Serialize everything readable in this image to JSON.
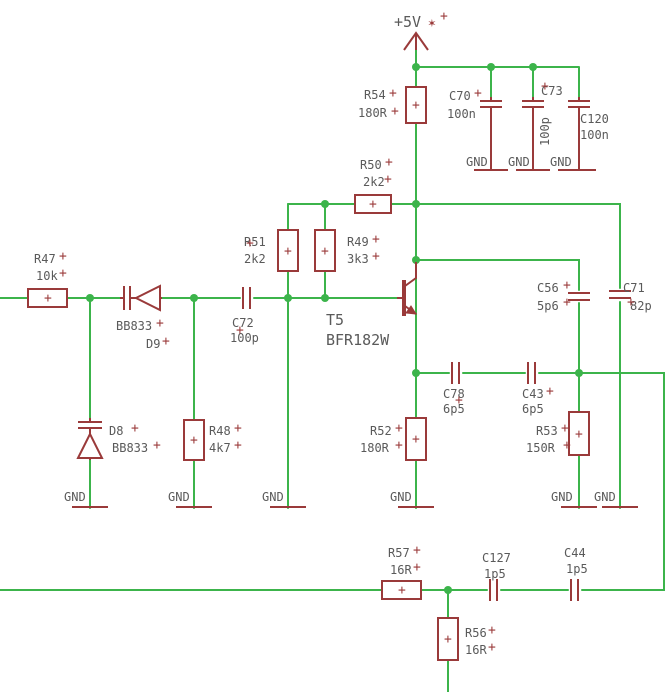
{
  "supply": {
    "label": "+5V",
    "marker": "✶"
  },
  "parts": {
    "R47": {
      "name": "R47",
      "value": "10k"
    },
    "R48": {
      "name": "R48",
      "value": "4k7"
    },
    "R49": {
      "name": "R49",
      "value": "3k3"
    },
    "R50": {
      "name": "R50",
      "value": "2k2"
    },
    "R51": {
      "name": "R51",
      "value": "2k2"
    },
    "R52": {
      "name": "R52",
      "value": "180R"
    },
    "R53": {
      "name": "R53",
      "value": "150R"
    },
    "R54": {
      "name": "R54",
      "value": "180R"
    },
    "R56": {
      "name": "R56",
      "value": "16R"
    },
    "R57": {
      "name": "R57",
      "value": "16R"
    },
    "C43": {
      "name": "C43",
      "value": "6p5"
    },
    "C44": {
      "name": "C44",
      "value": "1p5"
    },
    "C56": {
      "name": "C56",
      "value": "5p6"
    },
    "C70": {
      "name": "C70",
      "value": "100n"
    },
    "C71": {
      "name": "C71",
      "value": "82p"
    },
    "C72": {
      "name": "C72",
      "value": "100p"
    },
    "C73": {
      "name": "C73",
      "value": "100p"
    },
    "C78": {
      "name": "C78",
      "value": "6p5"
    },
    "C120": {
      "name": "C120",
      "value": "100n"
    },
    "C127": {
      "name": "C127",
      "value": "1p5"
    },
    "D8": {
      "name": "D8",
      "value": "BB833"
    },
    "D9": {
      "name": "D9",
      "value": "BB833"
    },
    "T5": {
      "name": "T5",
      "value": "BFR182W"
    }
  },
  "gnd_label": "GND",
  "plus_mark": "+",
  "colors": {
    "wire": "#3cb44b",
    "part": "#9a3a3a",
    "text": "#5a5a5a",
    "background": "#ffffff"
  }
}
